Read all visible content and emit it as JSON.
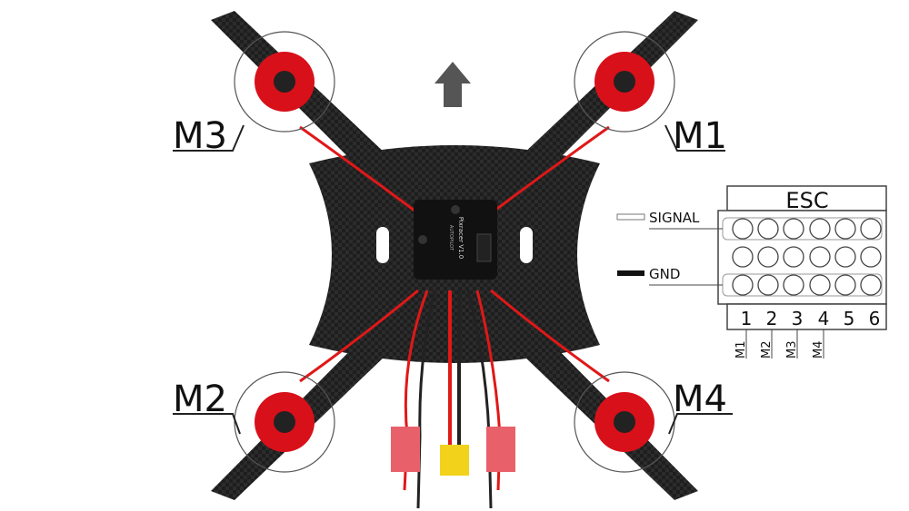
{
  "motors": [
    {
      "label": "M3",
      "position": "front-left"
    },
    {
      "label": "M1",
      "position": "front-right"
    },
    {
      "label": "M2",
      "position": "rear-left"
    },
    {
      "label": "M4",
      "position": "rear-right"
    }
  ],
  "flight_controller": {
    "name": "Pixracer V1.0",
    "subtitle": "AUTOPILOT"
  },
  "esc": {
    "title": "ESC",
    "signal_label": "SIGNAL",
    "gnd_label": "GND",
    "columns": [
      "1",
      "2",
      "3",
      "4",
      "5",
      "6"
    ],
    "assignments": [
      "M1",
      "M2",
      "M3",
      "M4"
    ]
  },
  "colors": {
    "motor": "#d8101a",
    "frame": "#1c1c1c",
    "wire_red": "#e01818",
    "xt60": "#f2d21a",
    "arrow": "#555555"
  }
}
